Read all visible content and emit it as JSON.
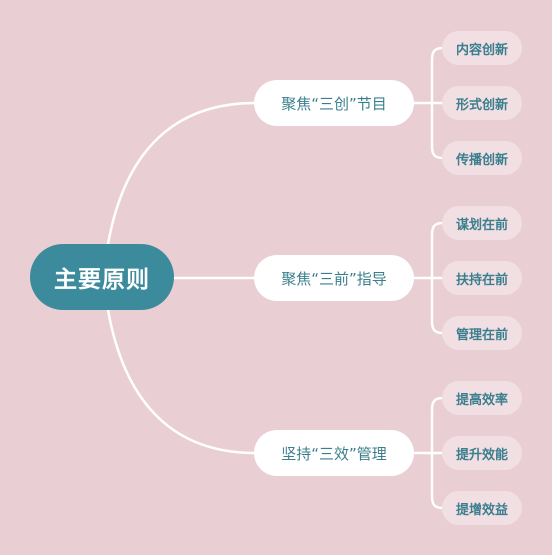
{
  "colors": {
    "background": "#e9ced4",
    "root_fill": "#3c8b9c",
    "branch_fill": "#ffffff",
    "leaf_fill": "#f2dfe3",
    "text_accent": "#3b7f8e",
    "connector": "#ffffff"
  },
  "root": {
    "label": "主要原则"
  },
  "branches": [
    {
      "label": "聚焦“三创”节目",
      "children": [
        "内容创新",
        "形式创新",
        "传播创新"
      ]
    },
    {
      "label": "聚焦“三前”指导",
      "children": [
        "谋划在前",
        "扶持在前",
        "管理在前"
      ]
    },
    {
      "label": "坚持“三效”管理",
      "children": [
        "提高效率",
        "提升效能",
        "提增效益"
      ]
    }
  ]
}
